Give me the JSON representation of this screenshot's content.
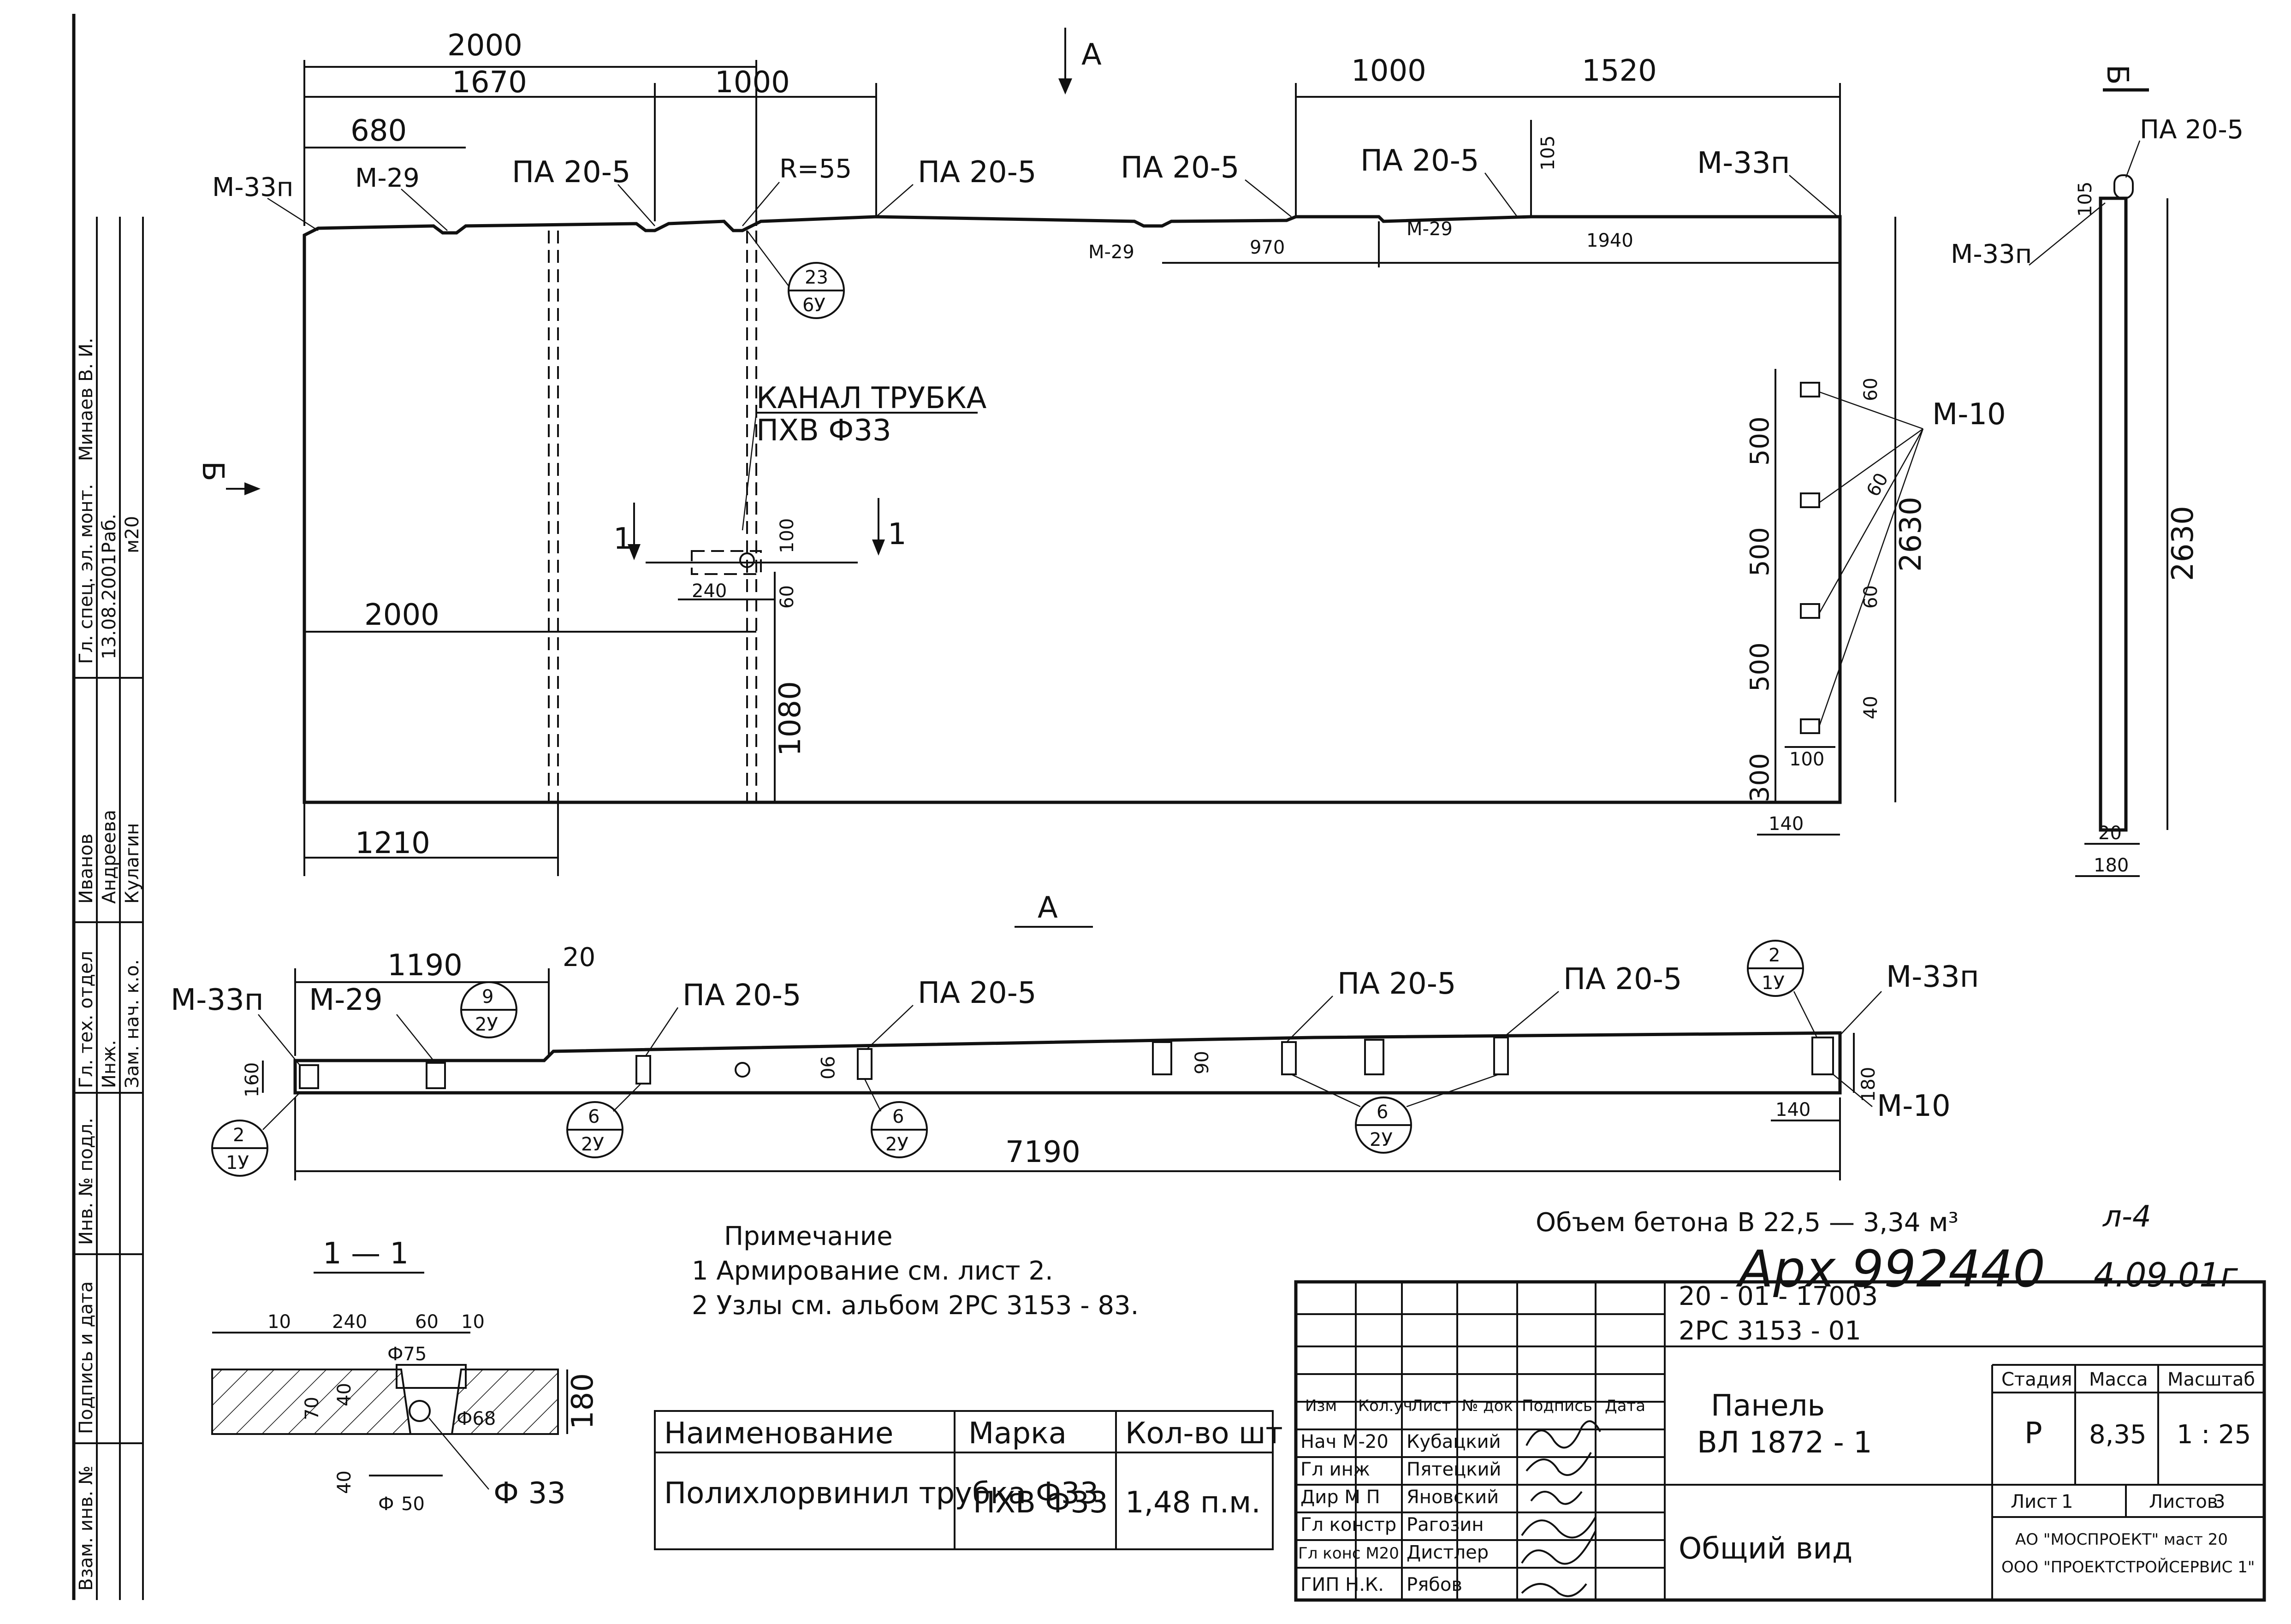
{
  "section_marks": {
    "a_top": "А",
    "b_left": "Б",
    "b_right": "Б",
    "a_view": "А",
    "one_left": "1",
    "one_right": "1",
    "section_1_1": "1 — 1"
  },
  "front_view": {
    "dims": {
      "d2000_top": "2000",
      "d1670": "1670",
      "d1000_left": "1000",
      "d680": "680",
      "d1000_right": "1000",
      "d1520": "1520",
      "d105": "105",
      "d970": "970",
      "d1940": "1940",
      "d60_a": "60",
      "d500_a": "500",
      "d60_b": "60",
      "d500_b": "500",
      "d60_c": "60",
      "d500_c": "500",
      "d40": "40",
      "d300": "300",
      "d100": "100",
      "d140": "140",
      "d2630": "2630",
      "d240": "240",
      "d60_ch": "60",
      "d100_ch": "100",
      "d2000_mid": "2000",
      "d1080": "1080",
      "d1210": "1210",
      "r55": "R=55"
    },
    "labels": {
      "m33p_left": "М-33п",
      "m29_left": "М-29",
      "pa_1": "ПА 20-5",
      "pa_2": "ПА 20-5",
      "pa_3": "ПА 20-5",
      "pa_4": "ПА 20-5",
      "m33p_right": "М-33п",
      "m29_b1": "М-29",
      "m29_b2": "М-29",
      "m10": "М-10",
      "channel_1": "КАНАЛ ТРУБКА",
      "channel_2": "ПХВ Ф33"
    },
    "callout": {
      "top": "23",
      "bottom": "6У"
    }
  },
  "side_view": {
    "pa": "ПА 20-5",
    "d105": "105",
    "m33p": "М-33п",
    "d2630": "2630",
    "d20": "20",
    "d180": "180"
  },
  "plan_view": {
    "dims": {
      "d1190": "1190",
      "d20": "20",
      "d160": "160",
      "d180": "180",
      "d90": "90",
      "d90_b": "90",
      "d140": "140",
      "d7190": "7190"
    },
    "labels": {
      "m33p_left": "М-33п",
      "m29": "М-29",
      "pa_1": "ПА 20-5",
      "pa_2": "ПА 20-5",
      "pa_3": "ПА 20-5",
      "pa_4": "ПА 20-5",
      "m33p_right": "М-33п",
      "m10": "М-10"
    },
    "callouts": [
      {
        "top": "9",
        "bottom": "2У"
      },
      {
        "top": "2",
        "bottom": "1У"
      },
      {
        "top": "2",
        "bottom": "1У"
      },
      {
        "top": "6",
        "bottom": "2У"
      },
      {
        "top": "6",
        "bottom": "2У"
      },
      {
        "top": "6",
        "bottom": "2У"
      }
    ]
  },
  "section_detail": {
    "d10_a": "10",
    "d240": "240",
    "d60": "60",
    "d10_b": "10",
    "phi75": "Ф75",
    "d70": "70",
    "d40_a": "40",
    "phi68": "Ф68",
    "d180": "180",
    "d40_b": "40",
    "phi": "Ф",
    "d50": "50",
    "phi33": "Ф 33"
  },
  "notes": {
    "heading": "Примечание",
    "items": [
      "1  Армирование см. лист 2.",
      "2  Узлы см. альбом 2РС 3153 - 83."
    ]
  },
  "concrete": "Объем бетона В 22,5  —  3,34 м³",
  "handwritten": {
    "sheet_ref": "л-4",
    "archive": "Арх 992440",
    "date": "4.09.01г"
  },
  "spec_table": {
    "headers": [
      "Наименование",
      "Марка",
      "Кол-во шт"
    ],
    "row": [
      "Полихлорвинил трубка Ф33",
      "ПХВ Ф33",
      "1,48 п.м."
    ]
  },
  "title_block": {
    "code_1": "20 - 01 - 17003",
    "code_2": "2РС 3153 - 01",
    "title_1": "Панель",
    "title_2": "ВЛ 1872 - 1",
    "title_3": "Общий вид",
    "rev_headers": [
      "Изм",
      "Кол.уч",
      "Лист",
      "№ док",
      "Подпись",
      "Дата"
    ],
    "people": [
      {
        "role": "Нач М-20",
        "name": "Кубацкий"
      },
      {
        "role": "Гл инж",
        "name": "Пятецкий"
      },
      {
        "role": "Дир М П",
        "name": "Яновский"
      },
      {
        "role": "Гл констр",
        "name": "Рагозин"
      },
      {
        "role": "Гл конс М20",
        "name": "Дистлер"
      },
      {
        "role": "ГИП Н.К.",
        "name": "Рябов"
      }
    ],
    "stage_label": "Стадия",
    "stage": "Р",
    "mass_label": "Масса",
    "mass": "8,35",
    "scale_label": "Масштаб",
    "scale": "1 : 25",
    "sheet_label": "Лист",
    "sheet": "1",
    "sheets_label": "Листов",
    "sheets": "3",
    "org_1": "АО \"МОСПРОЕКТ\"  маст 20",
    "org_2": "ООО \"ПРОЕКТСТРОЙСЕРВИС 1\""
  },
  "left_strip": {
    "col_1": [
      "Гл. спец. эл. монт.",
      "Минаев В. И."
    ],
    "col_2": [
      "Раб.",
      "м20"
    ],
    "col_3": [
      "Гл. тех. отдел",
      "Иванов"
    ],
    "col_4": [
      "Инж.",
      "Андреева"
    ],
    "col_5": [
      "Зам. нач. к.о.",
      "Кулагин"
    ],
    "date": "13.08.2001",
    "inv_1": "Инв. № подл.",
    "inv_2": "Подпись и дата",
    "inv_3": "Взам. инв. №"
  }
}
